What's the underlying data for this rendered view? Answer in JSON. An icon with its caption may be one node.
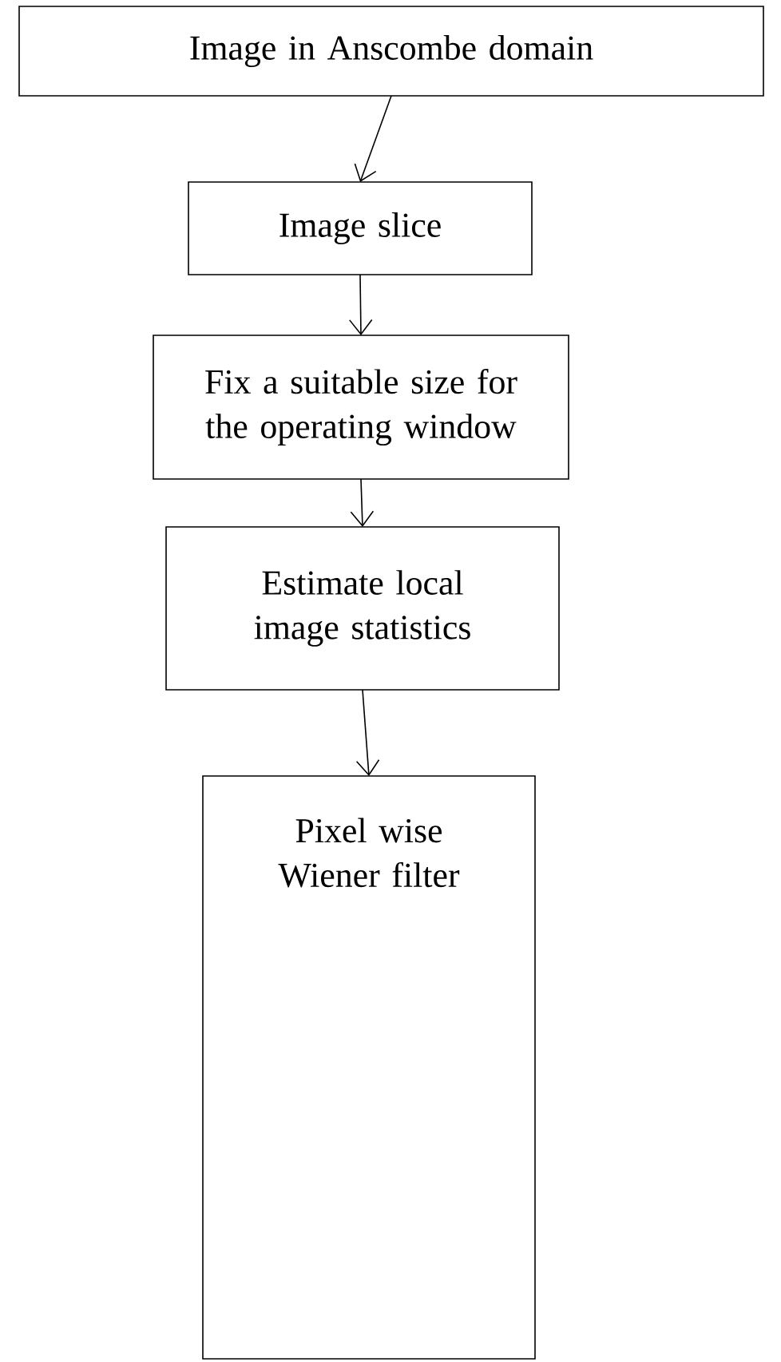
{
  "diagram": {
    "nodes": [
      {
        "text": [
          "Image in Anscombe domain"
        ]
      },
      {
        "text": [
          "Image slice"
        ]
      },
      {
        "text": [
          "Fix a suitable size for the operating window"
        ]
      },
      {
        "text": [
          "Estimate local image statistics"
        ]
      },
      {
        "text": [
          "Pixel wise Wiener filter"
        ]
      }
    ],
    "edges": [
      {
        "from": 0,
        "to": 1,
        "arrow": "to"
      },
      {
        "from": 1,
        "to": 2,
        "arrow": "to"
      },
      {
        "from": 2,
        "to": 3,
        "arrow": "to"
      },
      {
        "from": 3,
        "to": 4,
        "arrow": "to"
      }
    ]
  }
}
